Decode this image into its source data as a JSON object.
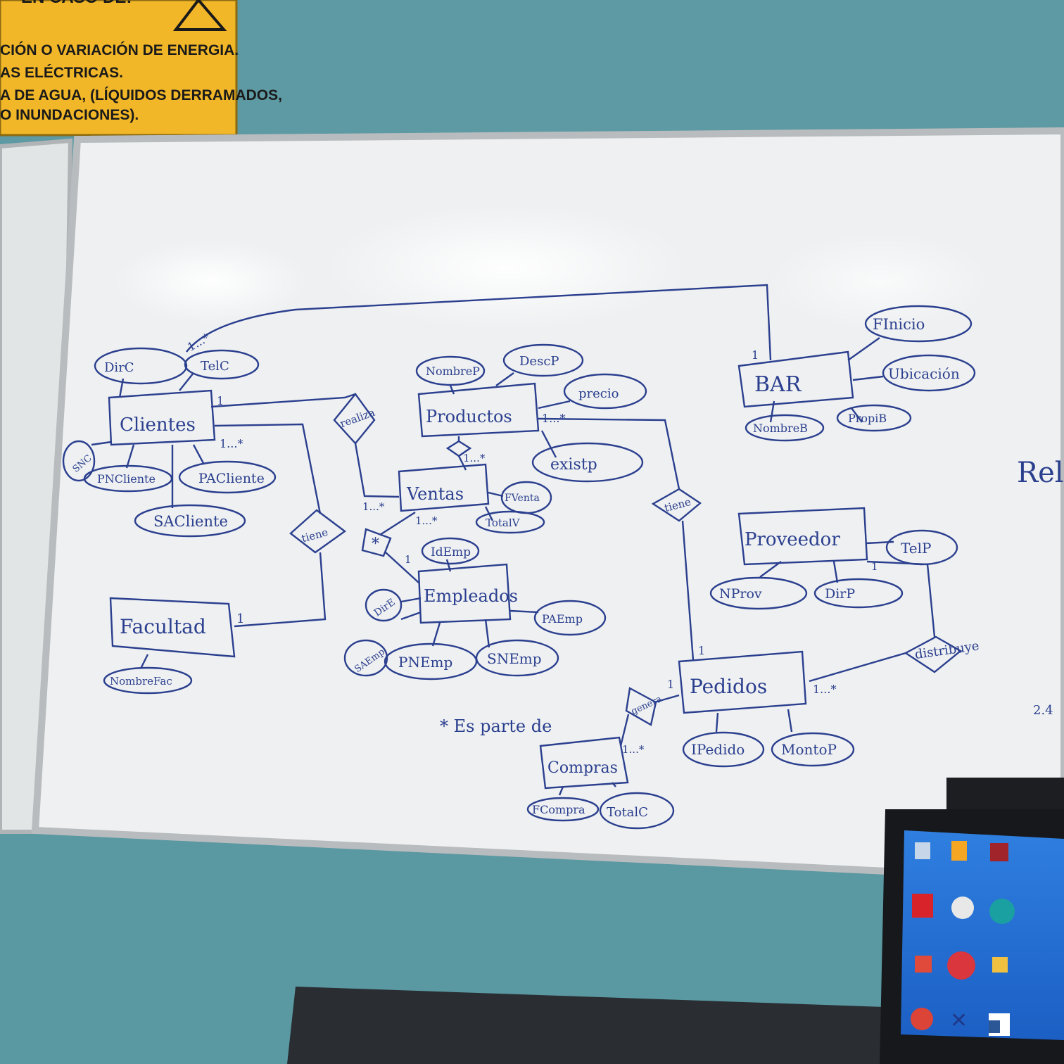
{
  "sign": {
    "heading": "EN CASO DE:",
    "lines": [
      "CIÓN O VARIACIÓN DE ENERGIA.",
      "AS ELÉCTRICAS.",
      "A DE AGUA, (LÍQUIDOS DERRAMADOS,",
      "O INUNDACIONES)."
    ]
  },
  "whiteboard": {
    "entities": {
      "clientes": "Clientes",
      "productos": "Productos",
      "ventas": "Ventas",
      "empleados": "Empleados",
      "facultad": "Facultad",
      "bar": "BAR",
      "proveedor": "Proveedor",
      "pedidos": "Pedidos",
      "compras": "Compras"
    },
    "relationships": {
      "realiza": "realiza",
      "tiene_facultad": "tiene",
      "tiene_pedidos": "tiene",
      "distribuye": "distribuye",
      "genera": "genera",
      "es_parte_de": "*"
    },
    "attributes": {
      "dirc": "DirC",
      "telc": "TelC",
      "snc": "SNC",
      "pncliente": "PNCliente",
      "pacliente": "PACliente",
      "sacliente": "SACliente",
      "nombrep": "NombreP",
      "descp": "DescP",
      "precio": "precio",
      "existp": "existp",
      "fventa": "FVenta",
      "totalv": "TotalV",
      "idemp": "IdEmp",
      "dire": "DirE",
      "paemp": "PAEmp",
      "saemp": "SAEmp",
      "pnemp": "PNEmp",
      "snemp": "SNEmp",
      "nombrefac": "NombreFac",
      "finicio": "FInicio",
      "ubicacion": "Ubicación",
      "nombreb": "NombreB",
      "propib": "PropiB",
      "telp": "TelP",
      "nprov": "NProv",
      "dirp": "DirP",
      "idpedido": "IPedido",
      "montop": "MontoP",
      "fcompra": "FCompra",
      "totalc": "TotalC"
    },
    "cardinalities": {
      "bar_clientes_many": "1...*",
      "bar_one": "1",
      "clientes_one": "1",
      "clientes_many": "1...*",
      "productos_many": "1...*",
      "productos_ventas_many": "1...*",
      "ventas_left_many": "1...*",
      "ventas_bottom_many": "1...*",
      "empleados_one": "1",
      "facultad_one": "1",
      "pedidos_top_one": "1",
      "pedidos_left_one": "1",
      "pedidos_many": "1...*",
      "proveedor_one": "1",
      "compras_many": "1...*"
    },
    "note": "* Es parte de",
    "edge_text_right": "Rel",
    "edge_number_right": "2.4"
  },
  "colors": {
    "wall": "#5e9aa3",
    "marker": "#2b3f8f",
    "board": "#eef0f1",
    "sign": "#f2b728"
  },
  "monitor": {
    "icons": [
      "recycle-bin-icon",
      "chart-app-icon",
      "archive-app-icon",
      "acrobat-reader-icon",
      "support-app-icon",
      "edge-browser-icon",
      "package-app-icon",
      "red-owl-app-icon",
      "folder-app-icon",
      "chrome-icon",
      "blue-x-app-icon",
      "word-icon"
    ]
  }
}
